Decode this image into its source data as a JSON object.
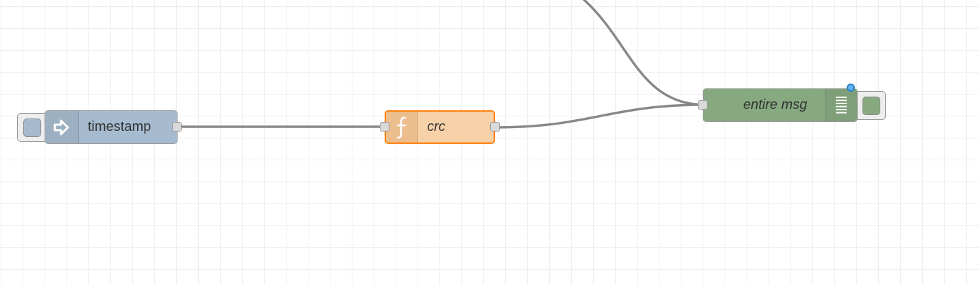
{
  "flow": {
    "nodes": {
      "inject": {
        "label": "timestamp",
        "type": "inject",
        "color": "#a6bbcf",
        "icon": "inject-arrow-icon"
      },
      "function": {
        "label": "crc",
        "type": "function",
        "color": "#fdd0a2",
        "icon": "function-f-icon"
      },
      "debug": {
        "label": "entire msg",
        "type": "debug",
        "color": "#87a980",
        "icon": "debug-bars-icon"
      }
    },
    "wire_color": "#888888",
    "selected_border": "#ff7f0e",
    "status_color": "#5fb3ef"
  }
}
